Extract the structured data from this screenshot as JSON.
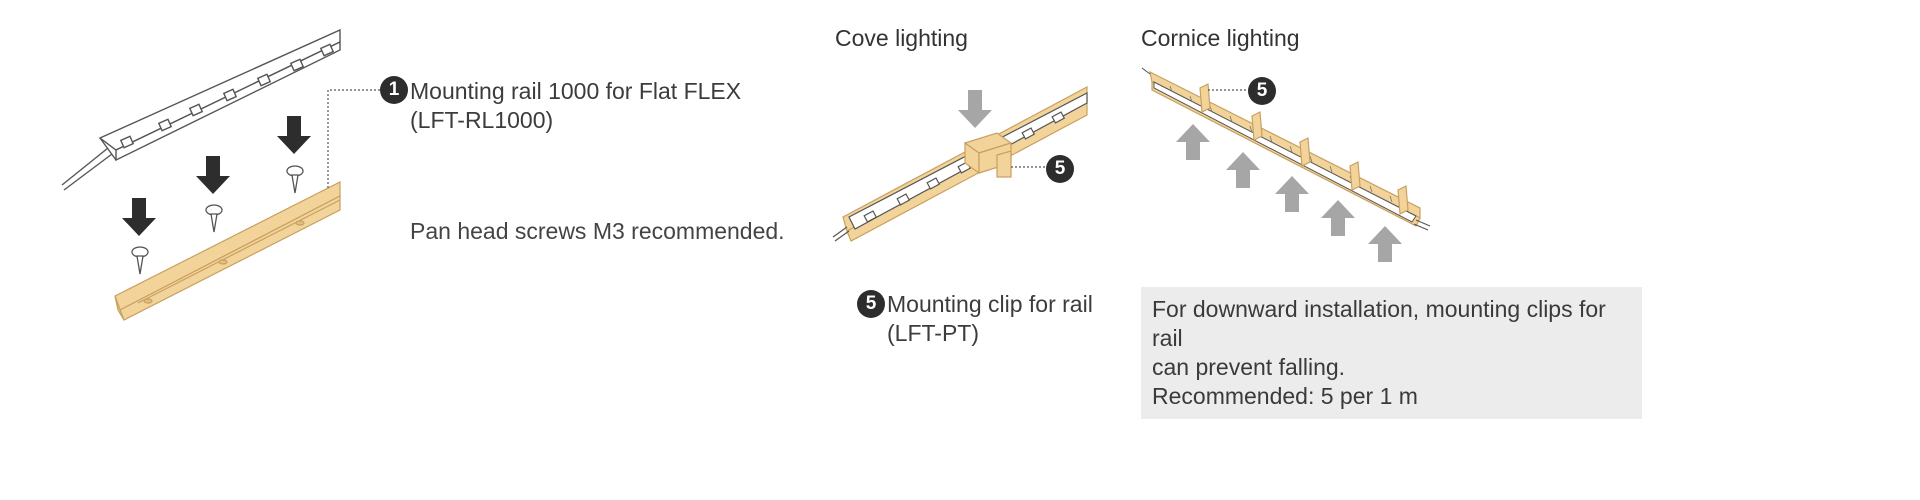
{
  "section_left": {
    "callout": {
      "number": "1",
      "line1": "Mounting rail 1000 for Flat FLEX",
      "line2": "(LFT-RL1000)"
    },
    "note": "Pan head screws M3 recommended."
  },
  "section_cove": {
    "heading": "Cove lighting",
    "callout_badge": "5",
    "callout": {
      "number": "5",
      "line1": "Mounting clip for rail",
      "line2": "(LFT-PT)"
    }
  },
  "section_cornice": {
    "heading": "Cornice lighting",
    "callout_badge": "5",
    "info": {
      "line1": "For downward installation, mounting clips for rail",
      "line2": "can prevent falling.",
      "line3": "Recommended: 5 per 1 m"
    }
  },
  "colors": {
    "rail": "#f2d49b",
    "rail_stroke": "#c8a060",
    "arrow_dark": "#2d2d2d",
    "arrow_grey": "#a6a6a6",
    "line": "#555555",
    "info_bg": "#ececec"
  }
}
